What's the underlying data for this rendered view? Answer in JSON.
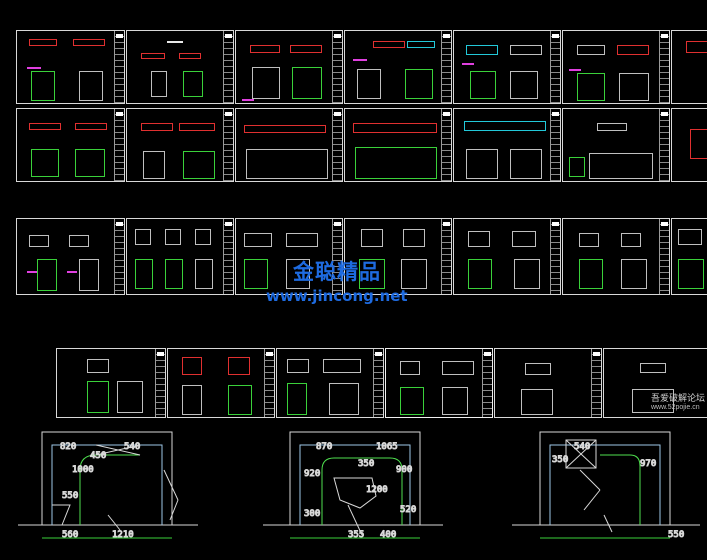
{
  "watermark": {
    "brand": "金聪精品",
    "url": "www.jincong.net"
  },
  "forum_watermark": {
    "name": "吾爱破解论坛",
    "url": "www.52pojie.cn"
  },
  "plan_dimensions": {
    "plan_left": [
      "820",
      "540",
      "1000",
      "450",
      "550",
      "560",
      "1210"
    ],
    "plan_middle": [
      "870",
      "1065",
      "920",
      "350",
      "900",
      "1200",
      "520",
      "300",
      "355",
      "400"
    ],
    "plan_right": [
      "540",
      "350",
      "970",
      "550"
    ]
  },
  "colors": {
    "background": "#000000",
    "sheet_border": "#d8d8d8",
    "accent_red": "#e03030",
    "accent_green": "#3ad13a",
    "accent_magenta": "#e040e0",
    "accent_cyan": "#22c8d8",
    "dimension_yellow": "#f0d02a",
    "watermark_blue": "#1e6be0"
  }
}
